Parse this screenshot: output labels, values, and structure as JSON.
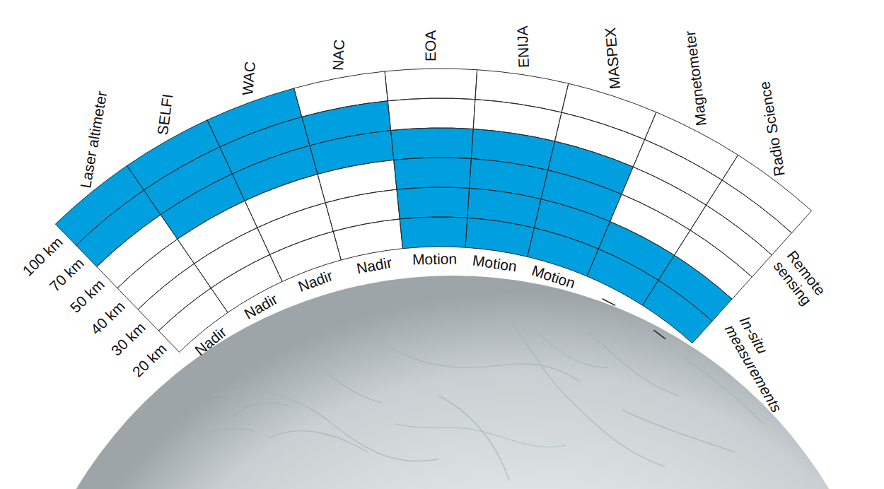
{
  "diagram": {
    "labels": [
      "Laser altimeter",
      "SELFI",
      "WAC",
      "NAC",
      "EOA",
      "ENIJA",
      "MASPEX",
      "Magnetometer",
      "Radio Science",
      "100 km",
      "70 km",
      "50 km",
      "40 km",
      "30 km",
      "20 km",
      "Nadir",
      "Nadir",
      "Nadir",
      "Nadir",
      "Motion",
      "Motion",
      "Motion",
      "—",
      "—",
      "Remote sensing",
      "In-situ measurements"
    ]
  }
}
